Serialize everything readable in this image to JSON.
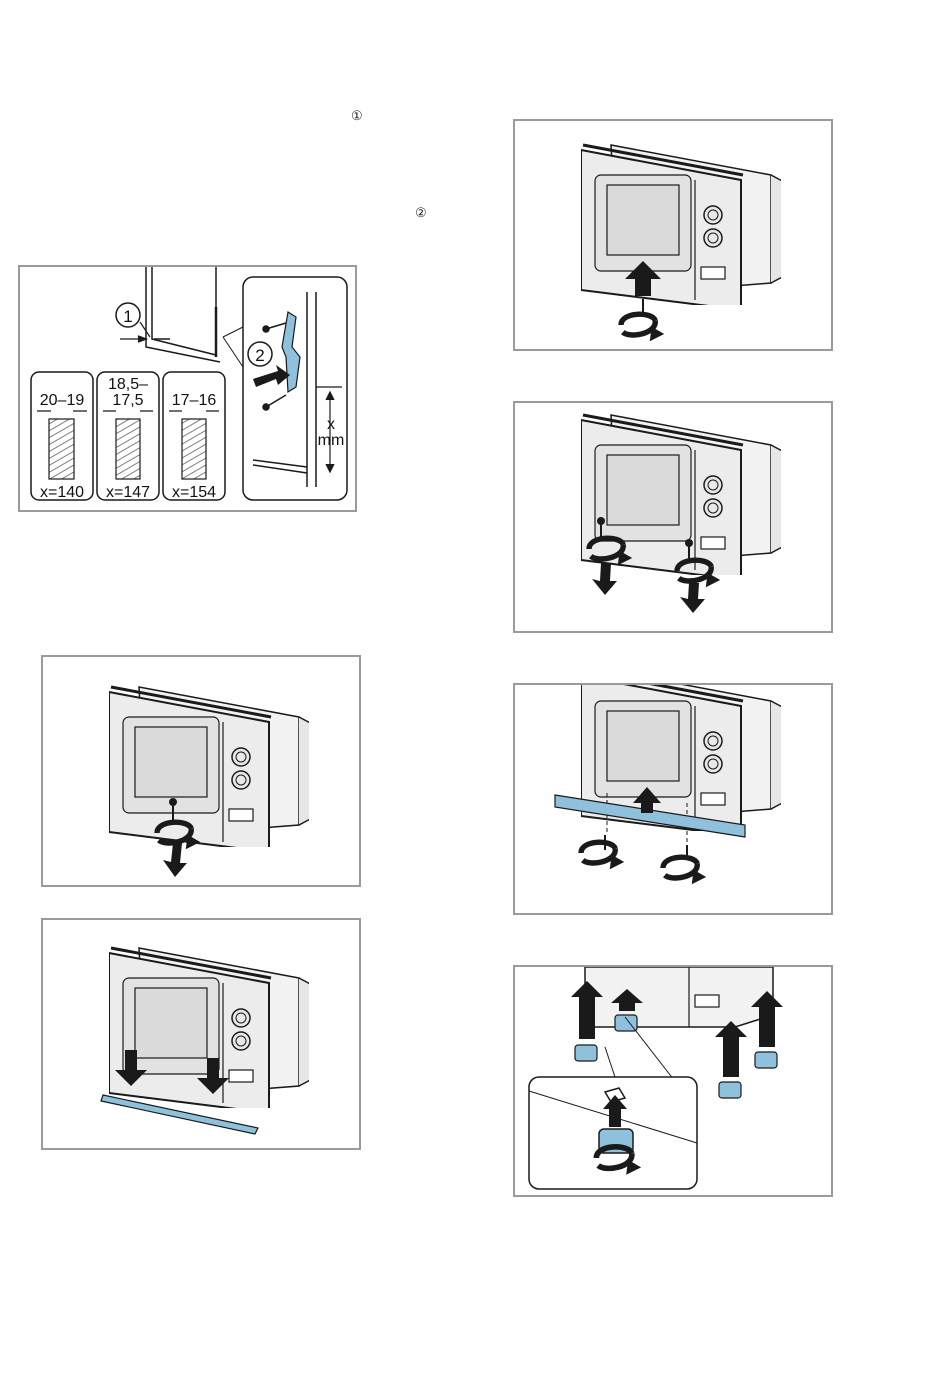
{
  "markers": {
    "one": "①",
    "two": "②"
  },
  "fig1": {
    "step_one": "1",
    "step_two": "2",
    "dimension": {
      "x": "x",
      "unit": "mm"
    },
    "options": [
      {
        "thickness": "20–19",
        "thickness_line2": "",
        "x": "x=140"
      },
      {
        "thickness": "18,5–",
        "thickness_line2": "17,5",
        "x": "x=147"
      },
      {
        "thickness": "17–16",
        "thickness_line2": "",
        "x": "x=154"
      }
    ]
  },
  "colors": {
    "bracket": "#8fc1dc",
    "frame": "#9a9a9a",
    "outline": "#1a1a1a"
  }
}
